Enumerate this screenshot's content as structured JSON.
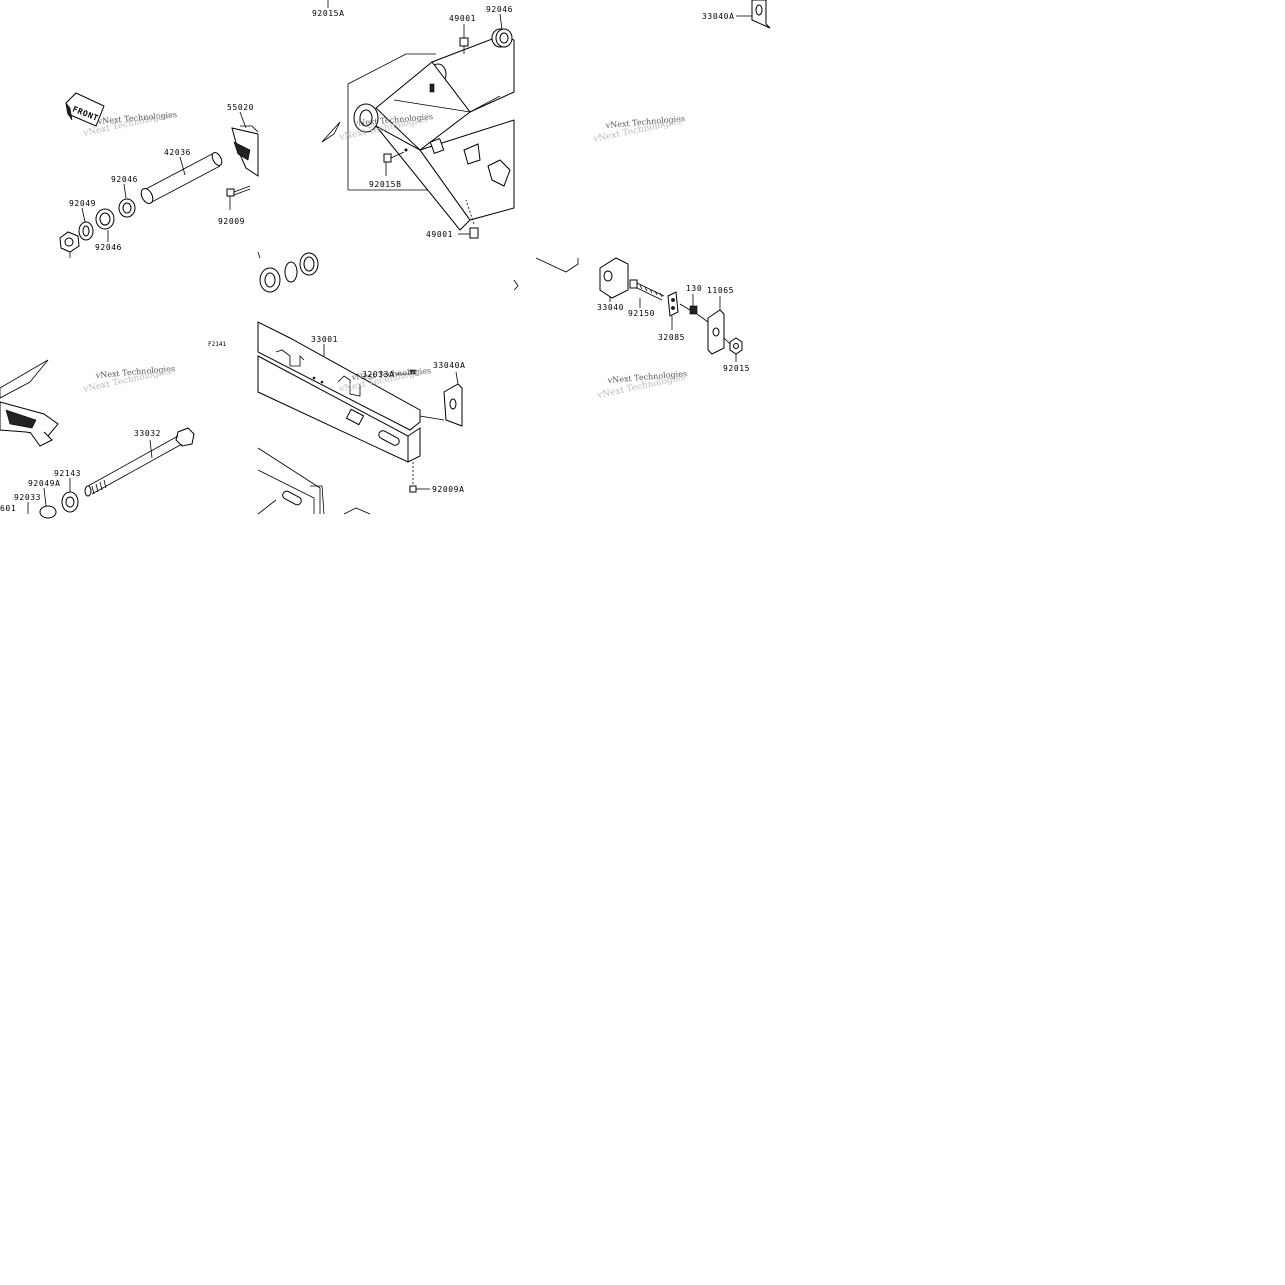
{
  "diagram": {
    "front_badge": "FRONT",
    "figure_code": "F2141",
    "watermark": "vNext Technologies",
    "part_labels": {
      "p92015A_top": "92015A",
      "p49001_top": "49001",
      "p92046_top": "92046",
      "p33040A_top": "33040A",
      "p55020": "55020",
      "p42036": "42036",
      "p92046_a": "92046",
      "p92049": "92049",
      "p92046_b": "92046",
      "p92009": "92009",
      "p92015B": "92015B",
      "p49001_bottom": "49001",
      "p33040": "33040",
      "p92150": "92150",
      "p130": "130",
      "p11065": "11065",
      "p32085": "32085",
      "p92015": "92015",
      "p33001": "33001",
      "p32033A": "32033A",
      "p33040A_mid": "33040A",
      "p92009A": "92009A",
      "p33032": "33032",
      "p92143": "92143",
      "p92049A": "92049A",
      "p92033": "92033",
      "p601": "601"
    }
  }
}
